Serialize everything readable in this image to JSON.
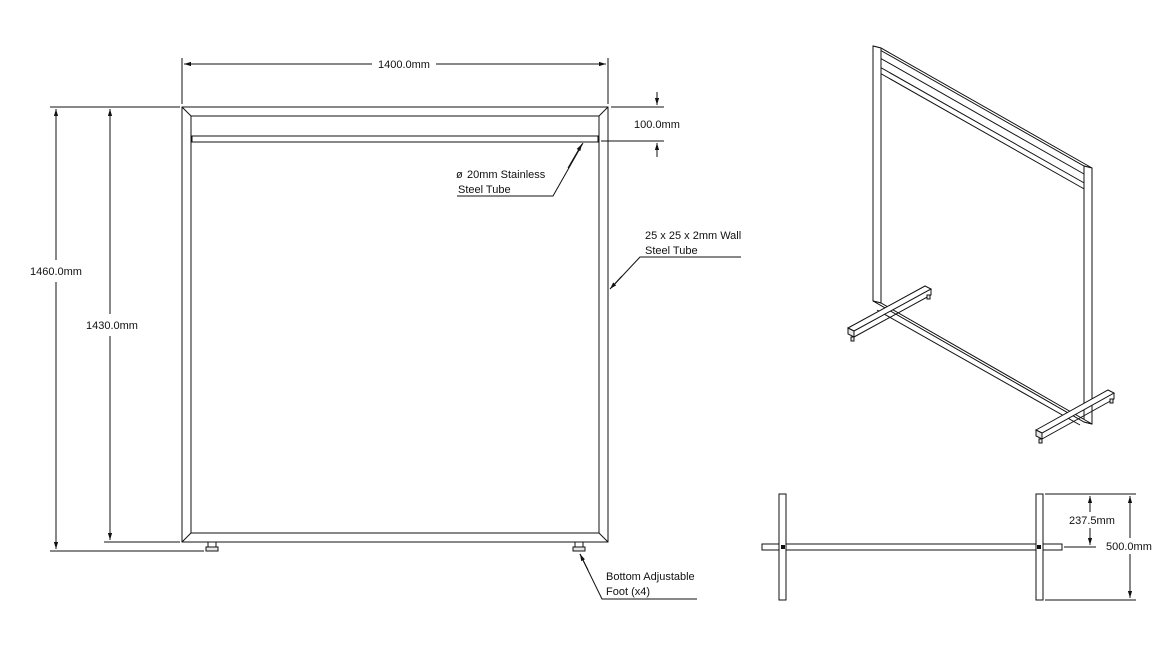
{
  "drawing": {
    "front_view": {
      "dim_width": "1400.0mm",
      "dim_overall_height": "1460.0mm",
      "dim_frame_height": "1430.0mm",
      "dim_rail_offset": "100.0mm",
      "note_rail_line1": "20mm Stainless",
      "note_rail_line2": "Steel Tube",
      "note_rail_symbol": "ø",
      "note_frame_line1": "25 x 25 x 2mm Wall",
      "note_frame_line2": "Steel Tube",
      "note_foot_line1": "Bottom Adjustable",
      "note_foot_line2": "Foot (x4)"
    },
    "plan_view": {
      "dim_foot_offset": "237.5mm",
      "dim_base_depth": "500.0mm"
    }
  }
}
